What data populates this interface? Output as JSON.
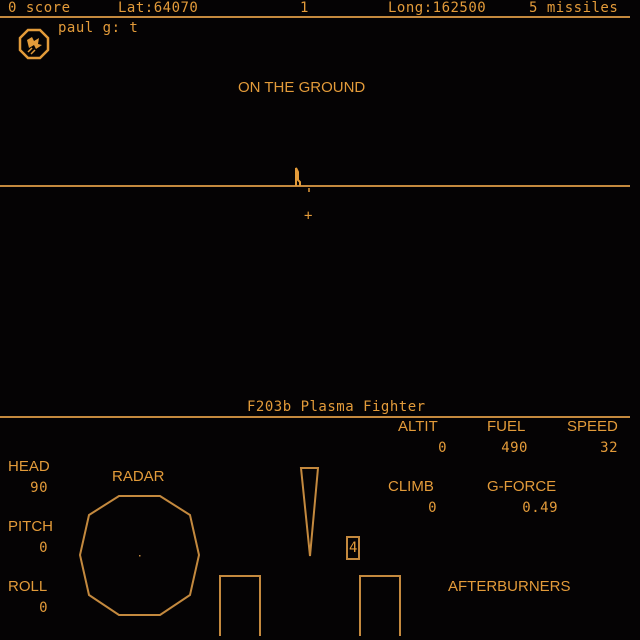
{
  "colors": {
    "hud": "#e39b3a",
    "line": "#c4893e",
    "background": "#050304"
  },
  "top_bar": {
    "score": "0 score",
    "lat": "Lat:64070",
    "center_marker": "1",
    "long": "Long:162500",
    "missiles": "5 missiles"
  },
  "chat": {
    "message": "paul g: t",
    "icon": "squadron-badge-icon"
  },
  "status": {
    "message": "ON THE GROUND"
  },
  "view": {
    "crosshair": "+",
    "horizon": "horizon-line"
  },
  "aircraft": {
    "name": "F203b Plasma Fighter"
  },
  "instruments": {
    "altit": {
      "label": "ALTIT",
      "value": "0"
    },
    "fuel": {
      "label": "FUEL",
      "value": "490"
    },
    "speed": {
      "label": "SPEED",
      "value": "32"
    },
    "climb": {
      "label": "CLIMB",
      "value": "0"
    },
    "gforce": {
      "label": "G-FORCE",
      "value": "0.49"
    },
    "head": {
      "label": "HEAD",
      "value": "90"
    },
    "pitch": {
      "label": "PITCH",
      "value": "0"
    },
    "roll": {
      "label": "ROLL",
      "value": "0"
    },
    "radar": {
      "label": "RADAR"
    },
    "throttle_indicator": {
      "value": "4"
    },
    "afterburners": {
      "label": "AFTERBURNERS"
    }
  }
}
